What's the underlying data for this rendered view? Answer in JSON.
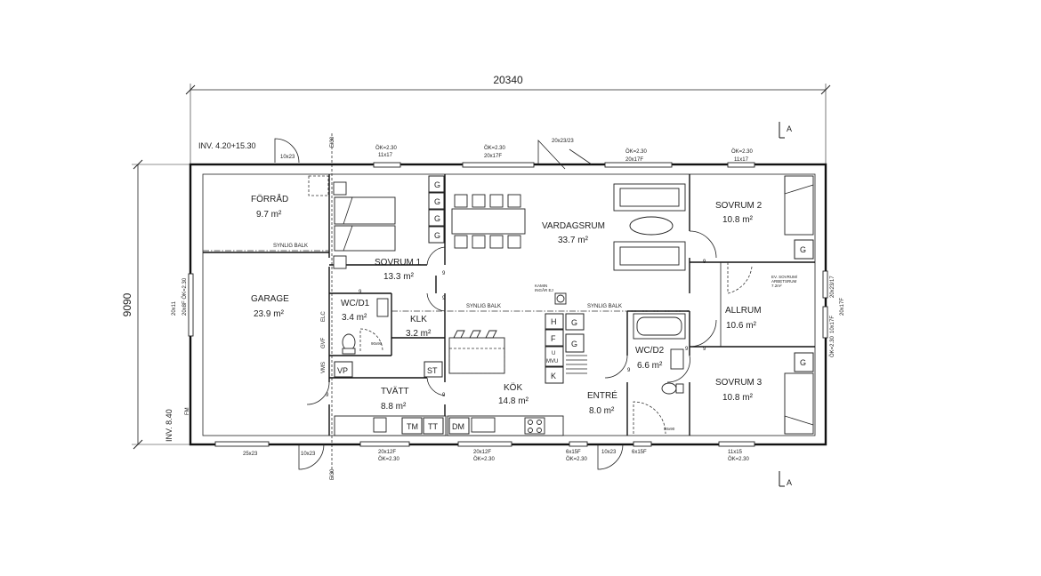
{
  "overall_width": "20340",
  "overall_depth": "9090",
  "level_left_top": "INV. 4.20+15.30",
  "level_left_bottom": "INV. 8.40",
  "section_mark": "A",
  "rooms": [
    {
      "name": "FÖRRÅD",
      "area": "9.7 m²"
    },
    {
      "name": "GARAGE",
      "area": "23.9 m²"
    },
    {
      "name": "SOVRUM 1",
      "area": "13.3 m²"
    },
    {
      "name": "WC/D1",
      "area": "3.4 m²"
    },
    {
      "name": "KLK",
      "area": "3.2 m²"
    },
    {
      "name": "TVÄTT",
      "area": "8.8 m²"
    },
    {
      "name": "KÖK",
      "area": "14.8 m²"
    },
    {
      "name": "VARDAGSRUM",
      "area": "33.7 m²"
    },
    {
      "name": "ENTRÉ",
      "area": "8.0 m²"
    },
    {
      "name": "WC/D2",
      "area": "6.6 m²"
    },
    {
      "name": "SOVRUM 2",
      "area": "10.8 m²"
    },
    {
      "name": "ALLRUM",
      "area": "10.6 m²"
    },
    {
      "name": "SOVRUM 3",
      "area": "10.8 m²"
    }
  ],
  "beam_label": "SYNLIG BALK",
  "fireplace_label": "KAMIN\nINGÅR EJ",
  "allrum_note": "EV. SOVRUM/\nARBETSRUM\n7.2m²",
  "wall_label": "EI30",
  "window_labels": {
    "top_10x23": "10x23",
    "top_ok1": "ÖK=2.30",
    "top_11x17a": "11x17",
    "top_ok2": "ÖK=2.30",
    "top_20x17Fa": "20x17F",
    "top_door": "20x23/23",
    "top_ok3": "ÖK=2.30",
    "top_20x17Fb": "20x17F",
    "top_ok4": "ÖK=2.30",
    "top_11x17b": "11x17",
    "bot_25x23": "25x23",
    "bot_10x23a": "10x23",
    "bot_20x12F": "20x12F",
    "bot_ok1": "ÖK=2.30",
    "bot_20x12Fb": "20x12F",
    "bot_ok2": "ÖK=2.30",
    "bot_6x15Fa": "6x15F",
    "bot_ok3": "ÖK=2.30",
    "bot_10x23b": "10x23",
    "bot_6x15Fb": "6x15F",
    "bot_11x15": "11x15",
    "bot_ok4": "ÖK=2.30",
    "left_a": "20x11",
    "left_b": "20x8F ÖK=2.30",
    "right_a": "20x23/17",
    "right_b": "20x17F",
    "right_c": "10x17F",
    "right_d": "ÖK=2.30"
  },
  "appliances": {
    "g": "G",
    "h": "H",
    "f": "F",
    "u": "U",
    "mvu": "MVU",
    "k": "K",
    "st": "ST",
    "vp": "VP",
    "tm": "TM",
    "tt": "TT",
    "dm": "DM",
    "elc": "ELC",
    "gvf": "GVF",
    "vms": "VMS",
    "fm": "FM",
    "shower_90": "90x90",
    "nine": "9"
  }
}
